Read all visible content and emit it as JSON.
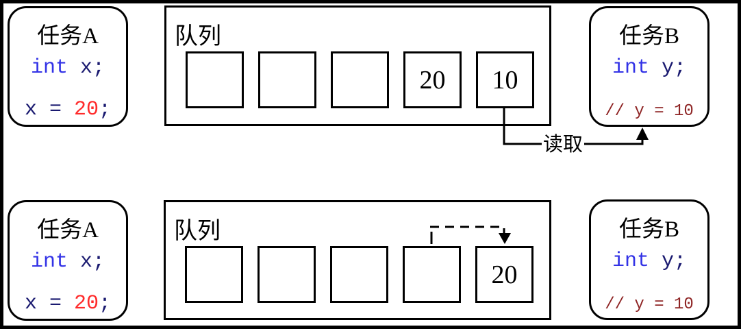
{
  "colors": {
    "border": "#000000",
    "line": "#000000",
    "keyword_blue": "#3333e6",
    "code_navy": "#1a1a70",
    "value_red": "#ff2b2b",
    "comment_maroon": "#8e2424"
  },
  "top_row": {
    "task_a": {
      "title": "任务A",
      "decl_keyword": "int",
      "decl_rest": " x;",
      "assign_lhs": "x = ",
      "assign_value": "20",
      "assign_semicolon": ";"
    },
    "queue": {
      "label": "队列",
      "cells": [
        "",
        "",
        "",
        "20",
        "10"
      ]
    },
    "read_arrow_label": "读取",
    "task_b": {
      "title": "任务B",
      "decl_keyword": "int",
      "decl_rest": " y;",
      "comment": "// y = 10"
    }
  },
  "bottom_row": {
    "task_a": {
      "title": "任务A",
      "decl_keyword": "int",
      "decl_rest": " x;",
      "assign_lhs": "x = ",
      "assign_value": "20",
      "assign_semicolon": ";"
    },
    "queue": {
      "label": "队列",
      "cells": [
        "",
        "",
        "",
        "",
        "20"
      ]
    },
    "task_b": {
      "title": "任务B",
      "decl_keyword": "int",
      "decl_rest": " y;",
      "comment": "// y = 10"
    }
  }
}
